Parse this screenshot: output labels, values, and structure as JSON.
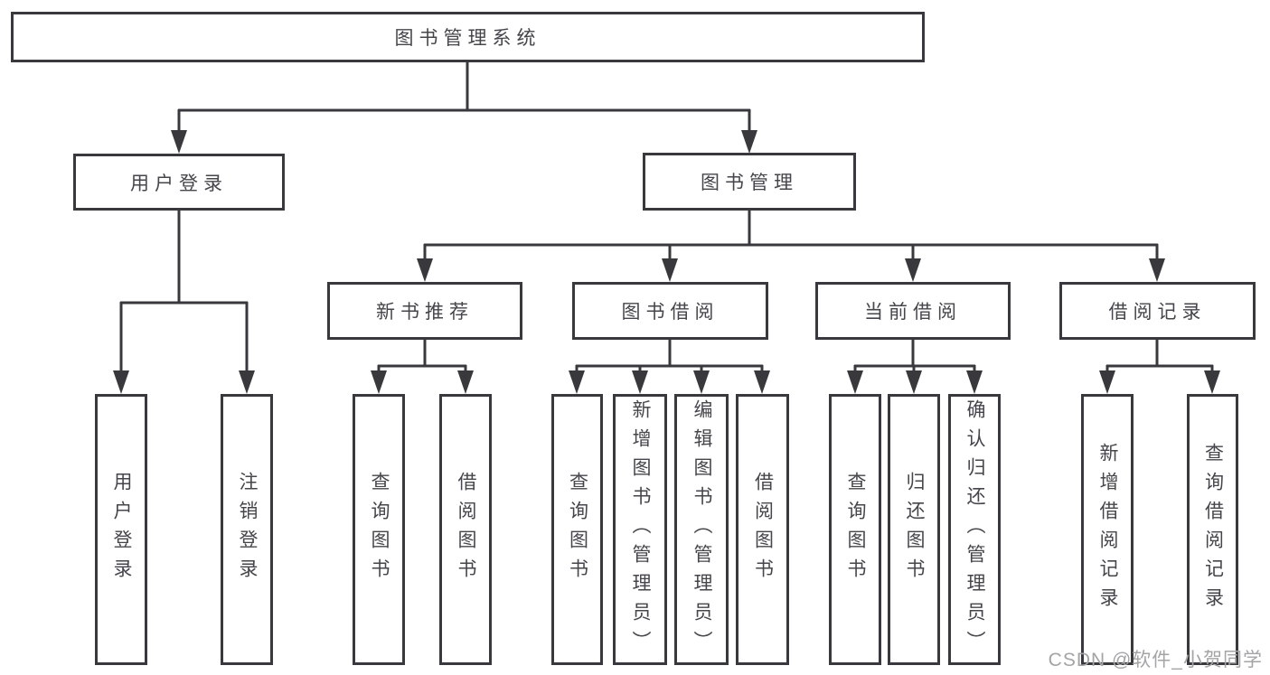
{
  "tree": {
    "root": "图书管理系统",
    "user_login": {
      "label": "用户登录",
      "leaves": [
        "用户登录",
        "注销登录"
      ]
    },
    "book_management": {
      "label": "图书管理",
      "sections": [
        {
          "label": "新书推荐",
          "leaves": [
            "查询图书",
            "借阅图书"
          ]
        },
        {
          "label": "图书借阅",
          "leaves": [
            "查询图书",
            "新增图书（管理员）",
            "编辑图书（管理员）",
            "借阅图书"
          ]
        },
        {
          "label": "当前借阅",
          "leaves": [
            "查询图书",
            "归还图书",
            "确认归还（管理员）"
          ]
        },
        {
          "label": "借阅记录",
          "leaves": [
            "新增借阅记录",
            "查询借阅记录"
          ]
        }
      ]
    }
  },
  "watermark": "CSDN @软件_小贺同学",
  "colors": {
    "line": "#39393d",
    "box_border": "#39393d",
    "text": "#45454b",
    "background": "#ffffff",
    "watermark": "#a4a4a6"
  }
}
